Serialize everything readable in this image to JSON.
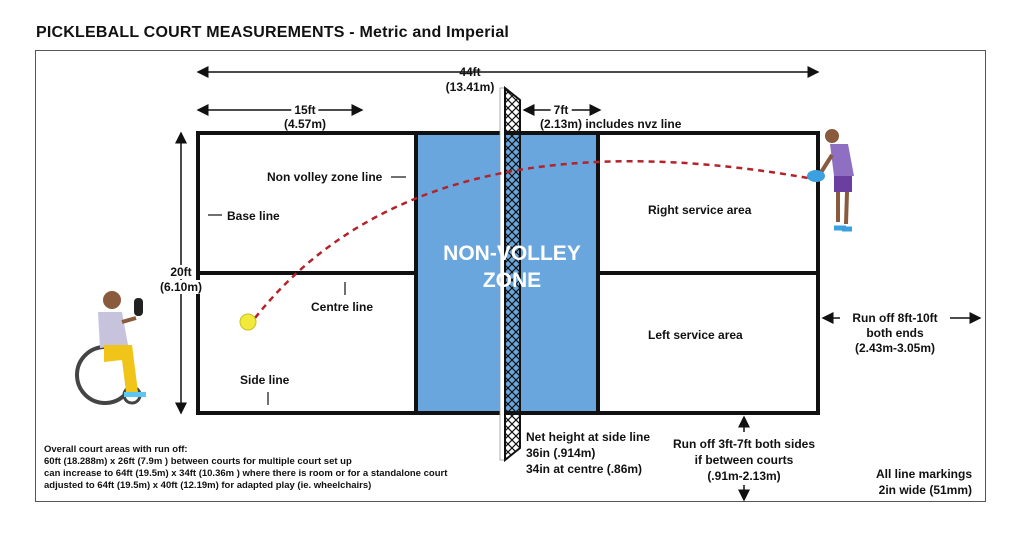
{
  "title": "PICKLEBALL COURT MEASUREMENTS - Metric and Imperial",
  "colors": {
    "nvz_blue": "#6aa6de",
    "court_line": "#111111",
    "ball": "#f2ea3a",
    "trajectory": "#b2232a"
  },
  "dimensions": {
    "length_ft": "44ft",
    "length_m": "(13.41m)",
    "baseline_to_nvz_ft": "15ft",
    "baseline_to_nvz_m": "(4.57m)",
    "nvz_ft": "7ft",
    "nvz_m": "(2.13m) includes nvz line",
    "width_ft": "20ft",
    "width_m": "(6.10m)"
  },
  "labels": {
    "non_volley_zone_line": "Non volley zone line",
    "base_line": "Base line",
    "centre_line": "Centre line",
    "side_line": "Side line",
    "right_service_area": "Right service area",
    "left_service_area": "Left service area",
    "nvz_line1": "NON-VOLLEY",
    "nvz_line2": "ZONE"
  },
  "runoff_ends": [
    "Run off 8ft-10ft",
    "both ends",
    "(2.43m-3.05m)"
  ],
  "runoff_sides": [
    "Run off 3ft-7ft both sides",
    "if between courts",
    "(.91m-2.13m)"
  ],
  "net_height": [
    "Net height at side line",
    "36in (.914m)",
    "34in at centre (.86m)"
  ],
  "line_markings": [
    "All line markings",
    "2in wide (51mm)"
  ],
  "notes": [
    "Overall court areas with run off:",
    "60ft (18.288m) x 26ft (7.9m ) between courts for multiple court set up",
    "can increase to 64ft (19.5m) x 34ft (10.36m ) where there is room or for a standalone court",
    "adjusted to 64ft (19.5m) x 40ft (12.19m) for adapted play (ie. wheelchairs)"
  ]
}
